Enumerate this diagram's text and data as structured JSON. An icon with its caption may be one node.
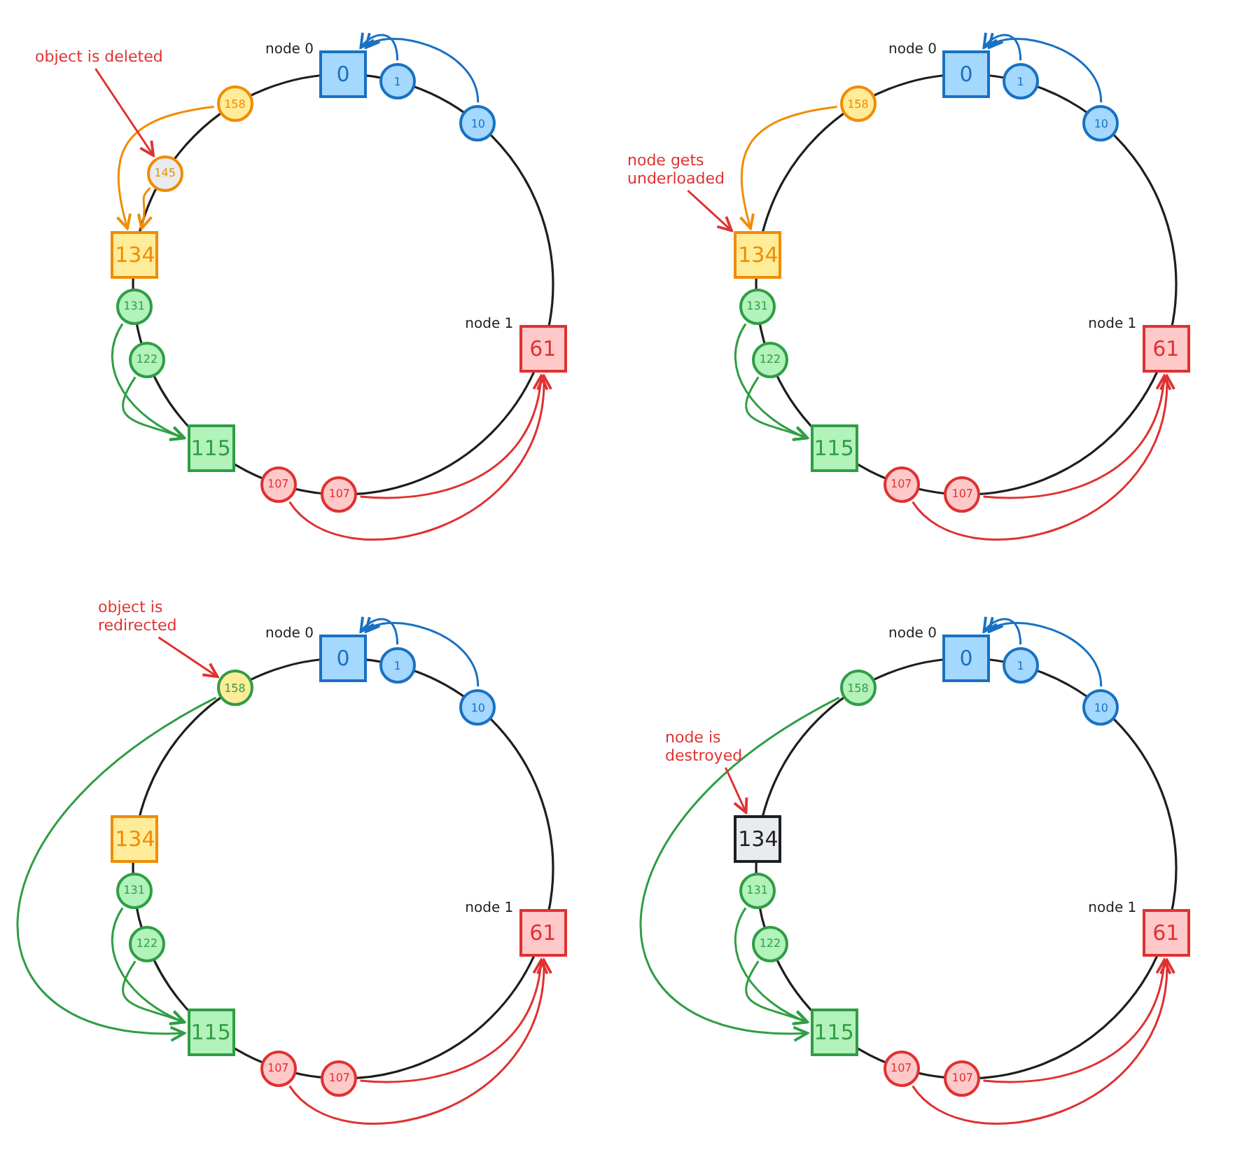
{
  "diagram": {
    "nodes": [
      {
        "text": [
          "0"
        ],
        "beside": [
          "node 0"
        ]
      },
      {
        "text": [
          "1"
        ]
      },
      {
        "text": [
          "10"
        ]
      },
      {
        "text": [
          "61"
        ],
        "beside": [
          "node 1"
        ]
      },
      {
        "text": [
          "107"
        ]
      },
      {
        "text": [
          "107"
        ]
      },
      {
        "text": [
          "115"
        ]
      },
      {
        "text": [
          "122"
        ]
      },
      {
        "text": [
          "131"
        ]
      },
      {
        "text": [
          "134"
        ]
      },
      {
        "text": [
          "145"
        ]
      },
      {
        "text": [
          "158"
        ]
      },
      {
        "text": [
          "object is deleted"
        ]
      },
      {
        "text": [
          "0"
        ],
        "beside": [
          "node 0"
        ]
      },
      {
        "text": [
          "1"
        ]
      },
      {
        "text": [
          "10"
        ]
      },
      {
        "text": [
          "61"
        ],
        "beside": [
          "node 1"
        ]
      },
      {
        "text": [
          "107"
        ]
      },
      {
        "text": [
          "107"
        ]
      },
      {
        "text": [
          "115"
        ]
      },
      {
        "text": [
          "122"
        ]
      },
      {
        "text": [
          "131"
        ]
      },
      {
        "text": [
          "134"
        ]
      },
      {
        "text": [
          "158"
        ]
      },
      {
        "text": [
          "node gets underloaded"
        ]
      },
      {
        "text": [
          "0"
        ],
        "beside": [
          "node 0"
        ]
      },
      {
        "text": [
          "1"
        ]
      },
      {
        "text": [
          "10"
        ]
      },
      {
        "text": [
          "61"
        ],
        "beside": [
          "node 1"
        ]
      },
      {
        "text": [
          "107"
        ]
      },
      {
        "text": [
          "107"
        ]
      },
      {
        "text": [
          "115"
        ]
      },
      {
        "text": [
          "122"
        ]
      },
      {
        "text": [
          "131"
        ]
      },
      {
        "text": [
          "134"
        ]
      },
      {
        "text": [
          "158"
        ]
      },
      {
        "text": [
          "object is redirected"
        ]
      },
      {
        "text": [
          "0"
        ],
        "beside": [
          "node 0"
        ]
      },
      {
        "text": [
          "1"
        ]
      },
      {
        "text": [
          "10"
        ]
      },
      {
        "text": [
          "61"
        ],
        "beside": [
          "node 1"
        ]
      },
      {
        "text": [
          "107"
        ]
      },
      {
        "text": [
          "107"
        ]
      },
      {
        "text": [
          "115"
        ]
      },
      {
        "text": [
          "122"
        ]
      },
      {
        "text": [
          "131"
        ]
      },
      {
        "text": [
          "134"
        ]
      },
      {
        "text": [
          "158"
        ]
      },
      {
        "text": [
          "node is destroyed"
        ]
      }
    ],
    "edges": [
      {
        "from": 1,
        "to": 0,
        "arrow": "to",
        "color": "#1971c2"
      },
      {
        "from": 2,
        "to": 0,
        "arrow": "to",
        "color": "#1971c2"
      },
      {
        "from": 4,
        "to": 3,
        "arrow": "to",
        "color": "#e03131"
      },
      {
        "from": 5,
        "to": 3,
        "arrow": "to",
        "color": "#e03131"
      },
      {
        "from": 7,
        "to": 6,
        "arrow": "to",
        "color": "#2f9e44"
      },
      {
        "from": 8,
        "to": 6,
        "arrow": "to",
        "color": "#2f9e44"
      },
      {
        "from": 10,
        "to": 9,
        "arrow": "to",
        "color": "#f08c00"
      },
      {
        "from": 11,
        "to": 9,
        "arrow": "to",
        "color": "#f08c00"
      },
      {
        "from": 12,
        "to": 10,
        "arrow": "to",
        "color": "#e03131"
      },
      {
        "from": 14,
        "to": 13,
        "arrow": "to",
        "color": "#1971c2"
      },
      {
        "from": 15,
        "to": 13,
        "arrow": "to",
        "color": "#1971c2"
      },
      {
        "from": 17,
        "to": 16,
        "arrow": "to",
        "color": "#e03131"
      },
      {
        "from": 18,
        "to": 16,
        "arrow": "to",
        "color": "#e03131"
      },
      {
        "from": 20,
        "to": 19,
        "arrow": "to",
        "color": "#2f9e44"
      },
      {
        "from": 21,
        "to": 19,
        "arrow": "to",
        "color": "#2f9e44"
      },
      {
        "from": 23,
        "to": 22,
        "arrow": "to",
        "color": "#f08c00"
      },
      {
        "from": 24,
        "to": 22,
        "arrow": "to",
        "color": "#e03131"
      },
      {
        "from": 26,
        "to": 25,
        "arrow": "to",
        "color": "#1971c2"
      },
      {
        "from": 27,
        "to": 25,
        "arrow": "to",
        "color": "#1971c2"
      },
      {
        "from": 29,
        "to": 28,
        "arrow": "to",
        "color": "#e03131"
      },
      {
        "from": 30,
        "to": 28,
        "arrow": "to",
        "color": "#e03131"
      },
      {
        "from": 32,
        "to": 31,
        "arrow": "to",
        "color": "#2f9e44"
      },
      {
        "from": 33,
        "to": 31,
        "arrow": "to",
        "color": "#2f9e44"
      },
      {
        "from": 35,
        "to": 31,
        "arrow": "to",
        "color": "#2f9e44"
      },
      {
        "from": 36,
        "to": 35,
        "arrow": "to",
        "color": "#e03131"
      },
      {
        "from": 38,
        "to": 37,
        "arrow": "to",
        "color": "#1971c2"
      },
      {
        "from": 39,
        "to": 37,
        "arrow": "to",
        "color": "#1971c2"
      },
      {
        "from": 41,
        "to": 40,
        "arrow": "to",
        "color": "#e03131"
      },
      {
        "from": 42,
        "to": 40,
        "arrow": "to",
        "color": "#e03131"
      },
      {
        "from": 44,
        "to": 43,
        "arrow": "to",
        "color": "#2f9e44"
      },
      {
        "from": 45,
        "to": 43,
        "arrow": "to",
        "color": "#2f9e44"
      },
      {
        "from": 47,
        "to": 43,
        "arrow": "to",
        "color": "#2f9e44"
      },
      {
        "from": 48,
        "to": 46,
        "arrow": "to",
        "color": "#e03131"
      }
    ]
  }
}
